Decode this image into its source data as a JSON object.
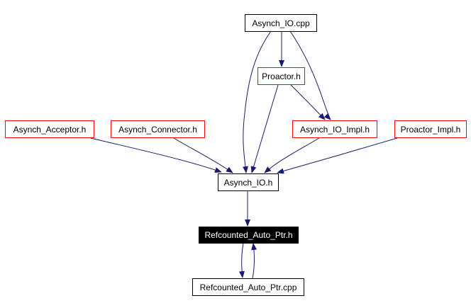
{
  "colors": {
    "edge": "#191970",
    "node_border": "#000000",
    "linked_border": "#ff0000",
    "current_fill": "#000000"
  },
  "nodes": {
    "asynch_io_cpp": "Asynch_IO.cpp",
    "proactor_h": "Proactor.h",
    "asynch_acceptor_h": "Asynch_Acceptor.h",
    "asynch_connector_h": "Asynch_Connector.h",
    "asynch_io_impl_h": "Asynch_IO_Impl.h",
    "proactor_impl_h": "Proactor_Impl.h",
    "asynch_io_h": "Asynch_IO.h",
    "refcounted_auto_ptr_h": "Refcounted_Auto_Ptr.h",
    "refcounted_auto_ptr_cpp": "Refcounted_Auto_Ptr.cpp"
  },
  "edges": [
    [
      "Asynch_IO.cpp",
      "Proactor.h"
    ],
    [
      "Asynch_IO.cpp",
      "Asynch_IO.h"
    ],
    [
      "Asynch_IO.cpp",
      "Asynch_IO_Impl.h"
    ],
    [
      "Proactor.h",
      "Asynch_IO.h"
    ],
    [
      "Proactor.h",
      "Asynch_IO_Impl.h"
    ],
    [
      "Asynch_Acceptor.h",
      "Asynch_IO.h"
    ],
    [
      "Asynch_Connector.h",
      "Asynch_IO.h"
    ],
    [
      "Asynch_IO_Impl.h",
      "Asynch_IO.h"
    ],
    [
      "Proactor_Impl.h",
      "Asynch_IO.h"
    ],
    [
      "Asynch_IO.h",
      "Refcounted_Auto_Ptr.h"
    ],
    [
      "Refcounted_Auto_Ptr.h",
      "Refcounted_Auto_Ptr.cpp"
    ],
    [
      "Refcounted_Auto_Ptr.cpp",
      "Refcounted_Auto_Ptr.h"
    ]
  ]
}
